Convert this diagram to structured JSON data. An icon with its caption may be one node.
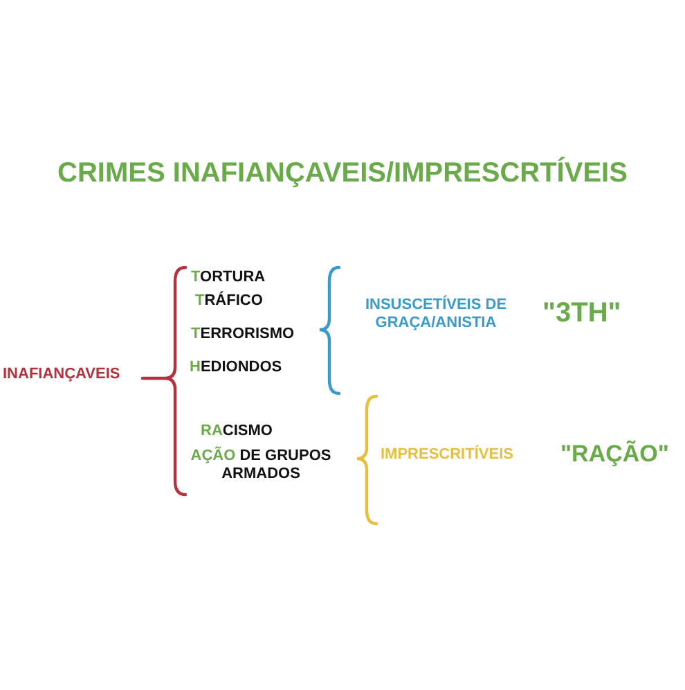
{
  "diagram": {
    "title": "CRIMES INAFIANÇAVEIS/IMPRESCRTÍVEIS",
    "labels": [
      "INAFIANÇAVEIS",
      "TORTURA",
      "TRÁFICO",
      "INSUSCETÍVEIS DE GRAÇA/ANISTIA",
      "\"3TH\"",
      "TERRORISMO",
      "HEDIONDOS",
      "RACISMO",
      "AÇÃO DE GRUPOS ARMADOS",
      "IMPRESCRITÍVEIS",
      "\"RAÇÃO\""
    ]
  }
}
